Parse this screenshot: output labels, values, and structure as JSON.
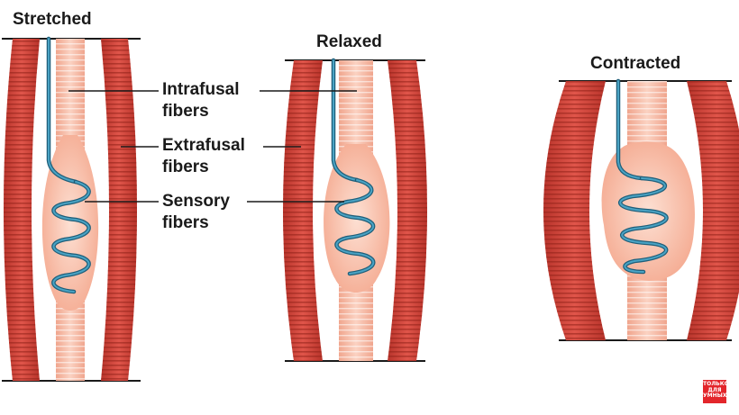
{
  "states": [
    {
      "id": "stretched",
      "title": "Stretched"
    },
    {
      "id": "relaxed",
      "title": "Relaxed"
    },
    {
      "id": "contracted",
      "title": "Contracted"
    }
  ],
  "labels": {
    "intrafusal": {
      "line1": "Intrafusal",
      "line2": "fibers"
    },
    "extrafusal": {
      "line1": "Extrafusal",
      "line2": "fibers"
    },
    "sensory": {
      "line1": "Sensory",
      "line2": "fibers"
    }
  },
  "watermark": {
    "line1": "ТОЛЬКО",
    "line2": "ДЛЯ",
    "line3": "УМНЫХ"
  },
  "colors": {
    "extrafusal": "#d8453b",
    "extrafusal_dark": "#a52a22",
    "intrafusal": "#f6b9a3",
    "intrafusal_stripe": "#fbe3d8",
    "capsule": "#f9c1ab",
    "sensory_nerve": "#2e7fa0",
    "line": "#1a1a1a",
    "watermark": "#e3262b"
  }
}
